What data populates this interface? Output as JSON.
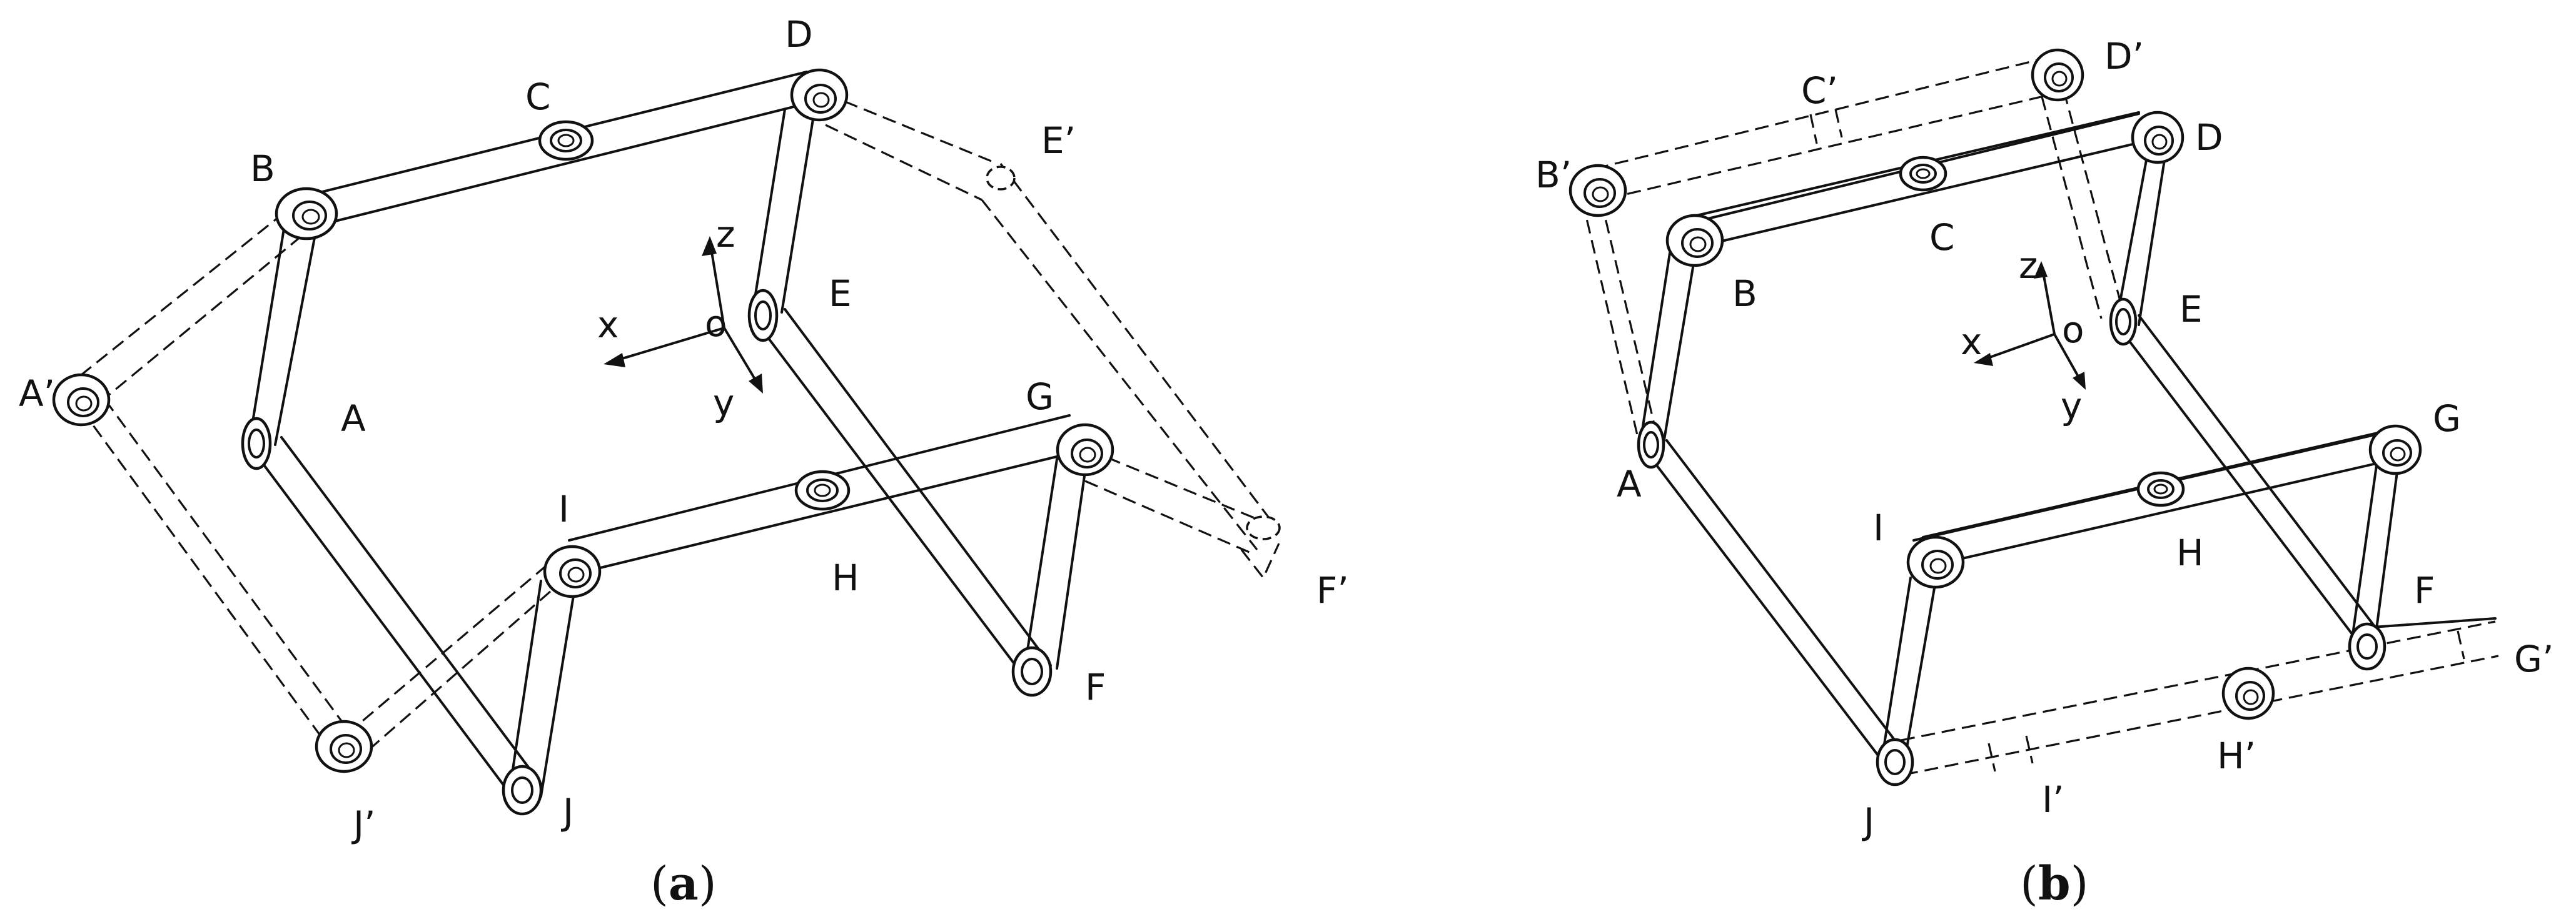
{
  "panels": [
    {
      "id": "a",
      "caption": {
        "open": "(",
        "letter": "a",
        "close": ")"
      },
      "labels": [
        "A",
        "B",
        "C",
        "D",
        "E",
        "F",
        "G",
        "H",
        "I",
        "J",
        "A’",
        "E’",
        "F’",
        "J’"
      ],
      "axes": {
        "x": "x",
        "y": "y",
        "z": "z",
        "o": "o"
      }
    },
    {
      "id": "b",
      "caption": {
        "open": "(",
        "letter": "b",
        "close": ")"
      },
      "labels": [
        "A",
        "B",
        "C",
        "D",
        "E",
        "F",
        "G",
        "H",
        "I",
        "J",
        "B’",
        "C’",
        "D’",
        "G’",
        "H’",
        "I’"
      ],
      "axes": {
        "x": "x",
        "y": "y",
        "z": "z",
        "o": "o"
      }
    }
  ]
}
